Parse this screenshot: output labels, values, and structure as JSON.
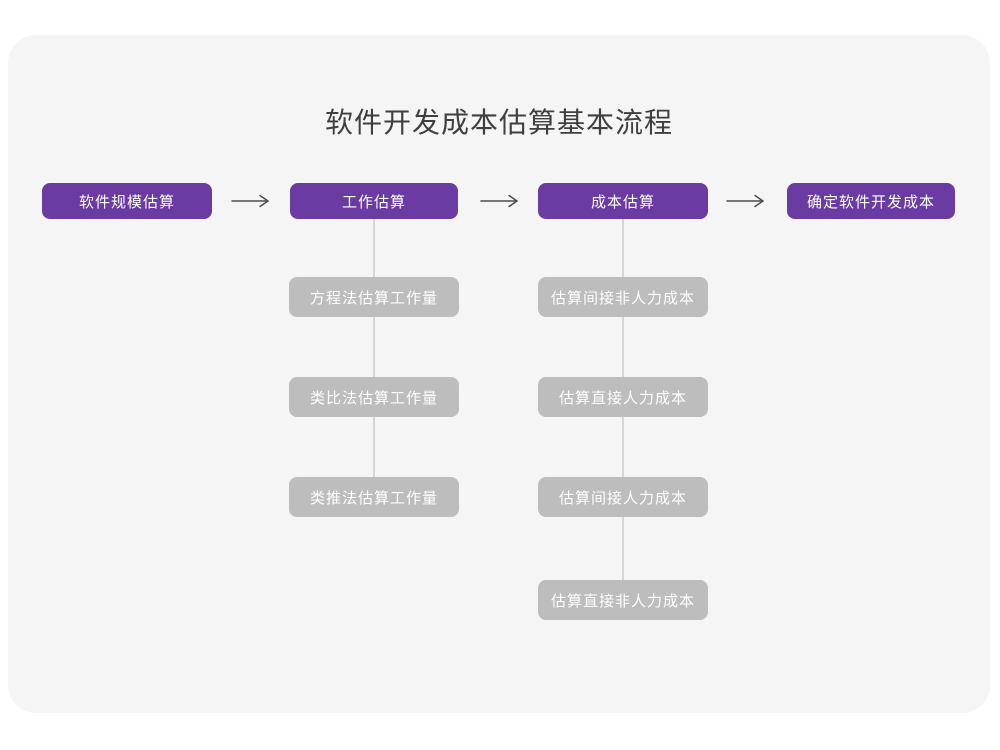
{
  "title": "软件开发成本估算基本流程",
  "colors": {
    "page_bg": "#ffffff",
    "card_bg": "#f5f5f6",
    "primary": "#6a3ca3",
    "secondary": "#bdbdbd",
    "connector": "#d5d5d5",
    "arrow": "#4d4d4d",
    "title_text": "#3f3f3f",
    "box_text": "#ffffff"
  },
  "flow": {
    "main_steps": [
      {
        "label": "软件规模估算"
      },
      {
        "label": "工作估算"
      },
      {
        "label": "成本估算"
      },
      {
        "label": "确定软件开发成本"
      }
    ],
    "work_substeps": [
      {
        "label": "方程法估算工作量"
      },
      {
        "label": "类比法估算工作量"
      },
      {
        "label": "类推法估算工作量"
      }
    ],
    "cost_substeps": [
      {
        "label": "估算间接非人力成本"
      },
      {
        "label": "估算直接人力成本"
      },
      {
        "label": "估算间接人力成本"
      },
      {
        "label": "估算直接非人力成本"
      }
    ]
  }
}
